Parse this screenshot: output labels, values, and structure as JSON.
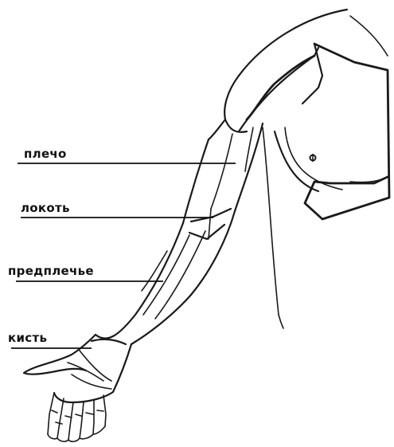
{
  "labels": {
    "shoulder": "плечо",
    "elbow": "локоть",
    "forearm": "предплечье",
    "hand": "кисть"
  }
}
